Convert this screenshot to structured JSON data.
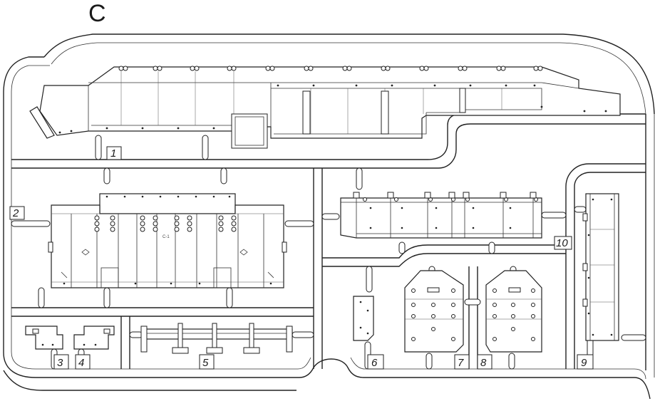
{
  "sheet_letter": "C",
  "part_numbers": [
    "1",
    "2",
    "3",
    "4",
    "5",
    "6",
    "7",
    "8",
    "9",
    "10"
  ],
  "plate_text": "C-1"
}
